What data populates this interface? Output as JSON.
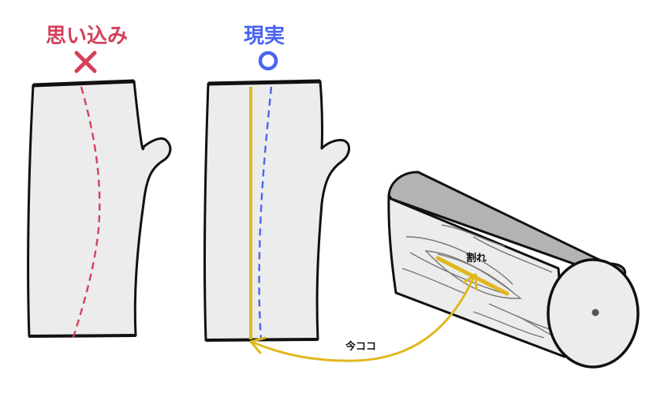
{
  "labels": {
    "assumption": "思い込み",
    "reality": "現実",
    "crack": "割れ",
    "now_here": "今ココ"
  },
  "colors": {
    "assumption": "#d2415a",
    "reality": "#4a64f0",
    "trunk_fill": "#ececec",
    "outline": "#111111",
    "bark_top": "#b3b3b3",
    "crack_line": "#e0b81e",
    "arrow": "#e0b81e"
  },
  "icons": {
    "wrong_mark": "cross-icon",
    "correct_mark": "circle-icon"
  }
}
